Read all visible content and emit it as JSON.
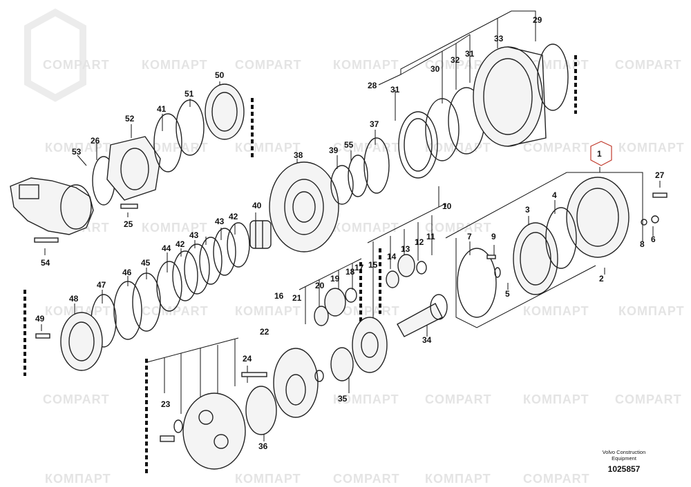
{
  "watermarks": {
    "compart": "COMPART",
    "kompart": "КОМПАРТ"
  },
  "callouts": {
    "c1": "1",
    "c2": "2",
    "c3": "3",
    "c4": "4",
    "c5": "5",
    "c6": "6",
    "c7": "7",
    "c8": "8",
    "c9": "9",
    "c10": "10",
    "c11": "11",
    "c12": "12",
    "c13": "13",
    "c14": "14",
    "c15": "15",
    "c16": "16",
    "c17": "17",
    "c18": "18",
    "c19": "19",
    "c20": "20",
    "c21": "21",
    "c22": "22",
    "c23": "23",
    "c24": "24",
    "c25": "25",
    "c26": "26",
    "c27": "27",
    "c28": "28",
    "c29": "29",
    "c30": "30",
    "c31a": "31",
    "c31b": "31",
    "c32": "32",
    "c33": "33",
    "c34": "34",
    "c35": "35",
    "c36": "36",
    "c37": "37",
    "c38": "38",
    "c39": "39",
    "c40": "40",
    "c41": "41",
    "c42a": "42",
    "c42b": "42",
    "c43a": "43",
    "c43b": "43",
    "c44": "44",
    "c45": "45",
    "c46": "46",
    "c47": "47",
    "c48": "48",
    "c49": "49",
    "c50": "50",
    "c51": "51",
    "c52": "52",
    "c53": "53",
    "c54": "54",
    "c55": "55"
  },
  "footer": {
    "brand_line1": "Volvo Construction",
    "brand_line2": "Equipment",
    "drawing_number": "1025857"
  }
}
